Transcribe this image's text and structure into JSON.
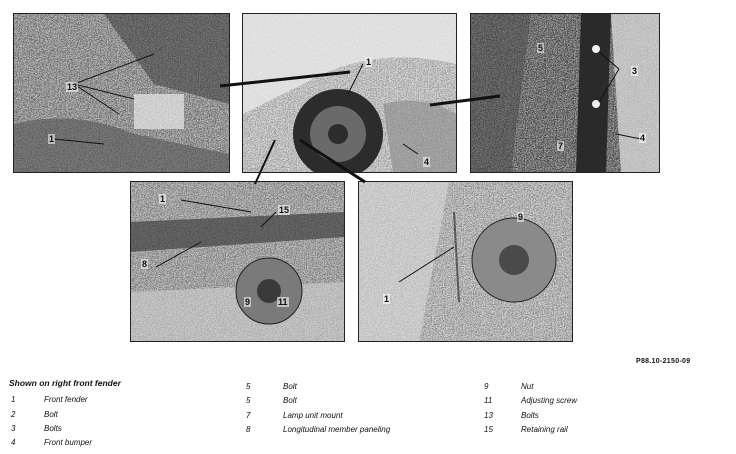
{
  "figure_ref": "P88.10-2150-09",
  "caption": "Shown on right front fender",
  "callouts": {
    "p1": [
      "13",
      "1"
    ],
    "p2": [
      "1",
      "4"
    ],
    "p3": [
      "5",
      "3",
      "7",
      "4"
    ],
    "p4": [
      "1",
      "15",
      "8",
      "9",
      "11"
    ],
    "p5": [
      "9",
      "1"
    ]
  },
  "legend": [
    [
      {
        "num": "1",
        "label": "Front fender"
      },
      {
        "num": "2",
        "label": "Bolt"
      },
      {
        "num": "3",
        "label": "Bolts"
      },
      {
        "num": "4",
        "label": "Front bumper"
      }
    ],
    [
      {
        "num": "5",
        "label": "Bolt"
      },
      {
        "num": "5",
        "label": "Bolt"
      },
      {
        "num": "7",
        "label": "Lamp unit mount"
      },
      {
        "num": "8",
        "label": "Longitudinal member paneling"
      }
    ],
    [
      {
        "num": "9",
        "label": "Nut"
      },
      {
        "num": "11",
        "label": "Adjusting screw"
      },
      {
        "num": "13",
        "label": "Bolts"
      },
      {
        "num": "15",
        "label": "Retaining rail"
      }
    ]
  ]
}
